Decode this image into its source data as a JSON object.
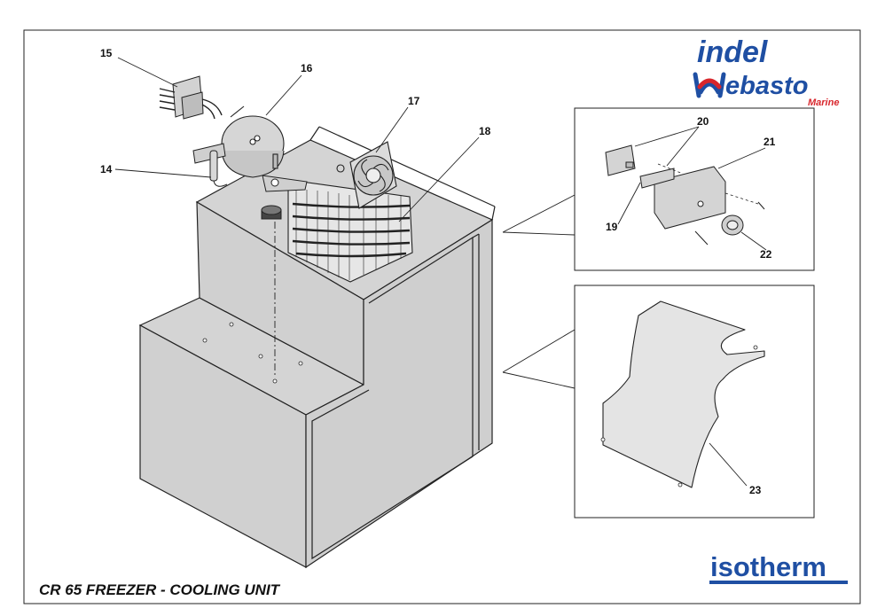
{
  "title": "CR 65 FREEZER - COOLING UNIT",
  "brand": {
    "indel": "indel",
    "webasto": "ebasto",
    "marine": "Marine",
    "isotherm": "isotherm",
    "blue": "#1f4fa3",
    "red": "#d8262c"
  },
  "parts": [
    "14",
    "15",
    "16",
    "17",
    "18",
    "19",
    "20",
    "21",
    "22",
    "23"
  ]
}
